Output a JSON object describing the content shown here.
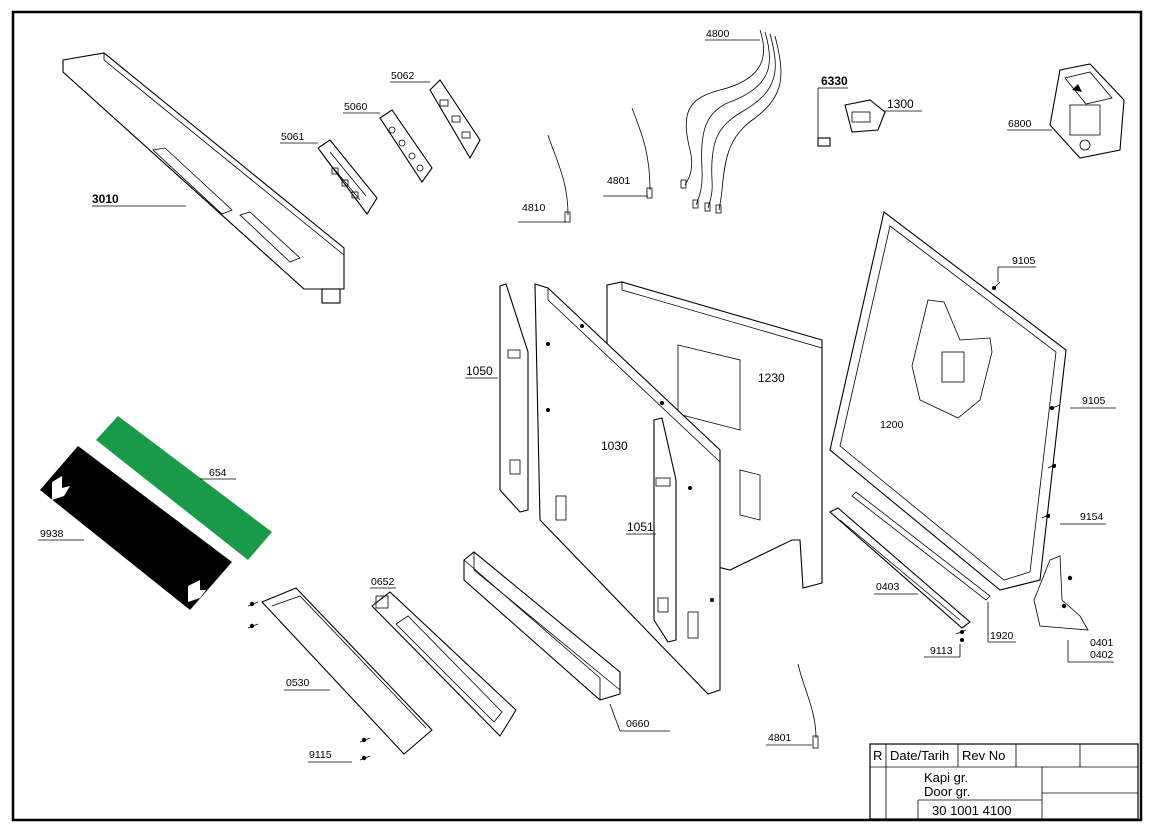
{
  "labels": {
    "p3010": "3010",
    "p5061": "5061",
    "p5060": "5060",
    "p5062": "5062",
    "p4800": "4800",
    "p6330": "6330",
    "p1300": "1300",
    "p6800": "6800",
    "p4801a": "4801",
    "p4810": "4810",
    "p9105a": "9105",
    "p9105b": "9105",
    "p1050": "1050",
    "p1230": "1230",
    "p1030": "1030",
    "p1200": "1200",
    "p654": "654",
    "p9938": "9938",
    "p1051": "1051",
    "p9154": "9154",
    "p0652": "0652",
    "p0403": "0403",
    "p0401": "0401",
    "p0402": "0402",
    "p1920": "1920",
    "p9113": "9113",
    "p0530": "0530",
    "p0660": "0660",
    "p4801b": "4801",
    "p9115": "9115"
  },
  "title_block": {
    "rev_col": "R",
    "date_col": "Date/Tarih",
    "revno_col": "Rev No",
    "title_tr": "Kapi gr.",
    "title_en": "Door gr.",
    "part_number": "30 1001 4100"
  },
  "colors": {
    "green_strip": "#1a9a48",
    "black_strip": "#000000",
    "line": "#000000"
  }
}
